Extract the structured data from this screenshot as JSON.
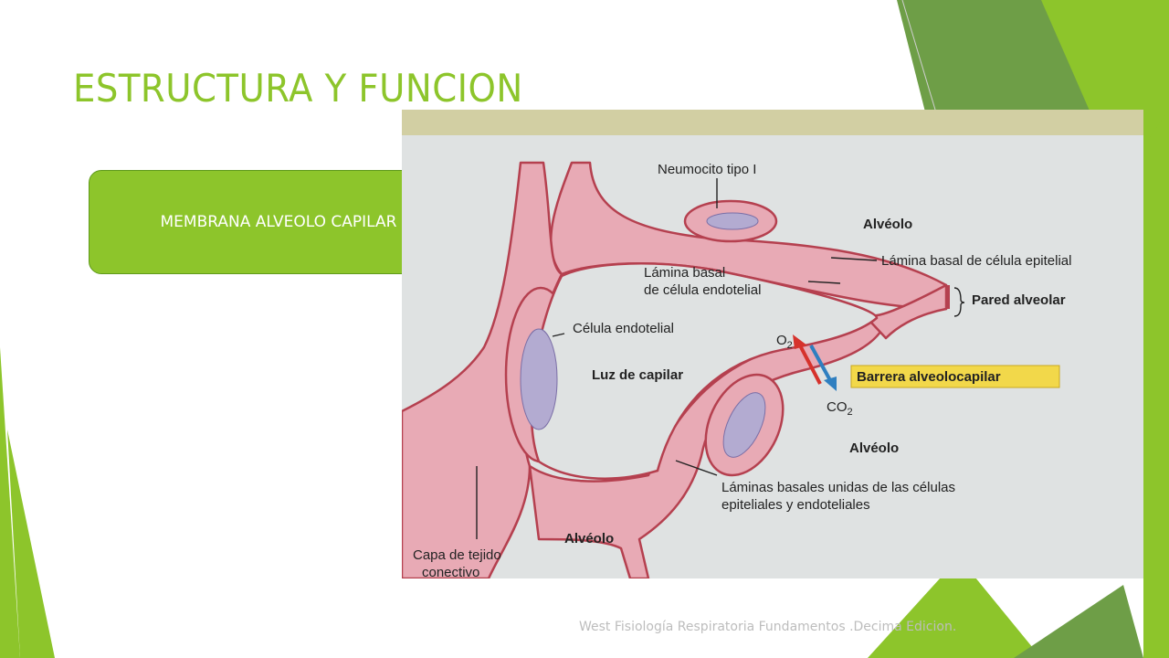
{
  "slide": {
    "title": "ESTRUCTURA Y FUNCION",
    "box_label": "MEMBRANA ALVEOLO CAPILAR",
    "caption": "West Fisiología Respiratoria Fundamentos .Decima Edicion."
  },
  "figure": {
    "labels": {
      "neumocito": "Neumocito tipo I",
      "alveolo_top": "Alvéolo",
      "lamina_epitelial": "Lámina basal de célula epitelial",
      "lamina_endotelial_1": "Lámina basal",
      "lamina_endotelial_2": "de célula endotelial",
      "pared_alveolar": "Pared alveolar",
      "celula_endotelial": "Célula endotelial",
      "luz_capilar": "Luz de capilar",
      "o2_main": "O",
      "o2_sub": "2",
      "barrera": "Barrera alveolocapilar",
      "co2_main": "CO",
      "co2_sub": "2",
      "alveolo_right": "Alvéolo",
      "laminas_unidas_1": "Láminas basales unidas de las células",
      "laminas_unidas_2": "epiteliales y endoteliales",
      "alveolo_bottom": "Alvéolo",
      "capa_1": "Capa de tejido",
      "capa_2": "conectivo"
    }
  },
  "colors": {
    "accent": "#8dc52b",
    "title": "#8dc52b",
    "box_fill": "#8dc52b",
    "dark_green": "#6e9e47",
    "tissue": "#e8aab5",
    "membrane": "#b5404f",
    "nucleus": "#b3abd1",
    "figure_bg": "#dfe2e2",
    "highlight": "#f2d84a",
    "arrow_o2": "#d6322c",
    "arrow_co2": "#2f7fc0"
  }
}
